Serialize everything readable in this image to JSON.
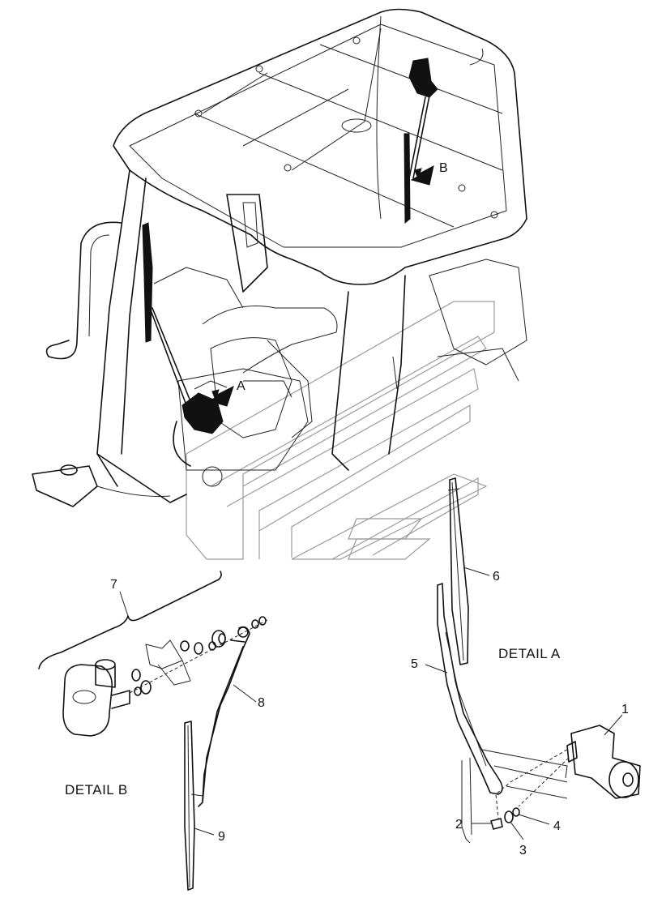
{
  "view_labels": {
    "a": "A",
    "b": "B"
  },
  "detail_titles": {
    "detail_a": "DETAIL A",
    "detail_b": "DETAIL B"
  },
  "callouts": {
    "c1": "1",
    "c2": "2",
    "c3": "3",
    "c4": "4",
    "c5": "5",
    "c6": "6",
    "c7": "7",
    "c8": "8",
    "c9": "9"
  },
  "parts": [
    {
      "callout": "1",
      "name": "wiper-motor-front"
    },
    {
      "callout": "2",
      "name": "nut"
    },
    {
      "callout": "3",
      "name": "washer"
    },
    {
      "callout": "4",
      "name": "washer"
    },
    {
      "callout": "5",
      "name": "wiper-arm-front"
    },
    {
      "callout": "6",
      "name": "wiper-blade-front"
    },
    {
      "callout": "7",
      "name": "wiper-motor-kit-rear"
    },
    {
      "callout": "8",
      "name": "wiper-arm-rear"
    },
    {
      "callout": "9",
      "name": "wiper-blade-rear"
    }
  ],
  "colors": {
    "line": "#111111",
    "watermark": "#9a9a9a",
    "background": "#ffffff"
  }
}
